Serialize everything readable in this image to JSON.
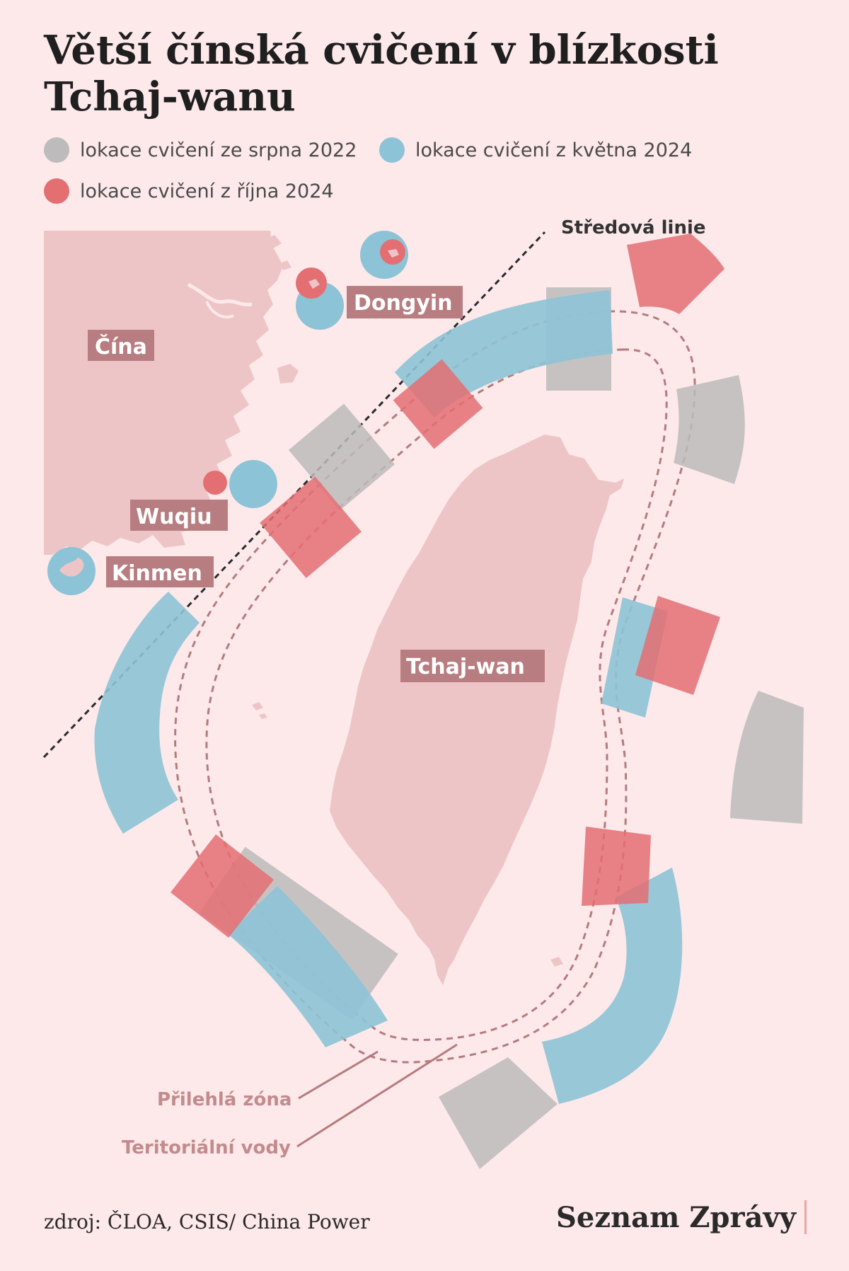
{
  "title": "Větší čínská cvičení v blízkosti Tchaj-wanu",
  "legend": [
    {
      "label": "lokace cvičení ze srpna 2022",
      "color": "#bdbbbb"
    },
    {
      "label": "lokace cvičení z května 2024",
      "color": "#8dc3d6"
    },
    {
      "label": "lokace cvičení z října 2024",
      "color": "#e46f73"
    }
  ],
  "labels": {
    "median_line": "Středová linie",
    "china": "Čína",
    "dongyin": "Dongyin",
    "wuqiu": "Wuqiu",
    "kinmen": "Kinmen",
    "taiwan": "Tchaj-wan",
    "contiguous_zone": "Přilehlá zóna",
    "territorial_waters": "Teritoriální vody"
  },
  "footer": {
    "source": "zdroj: ČLOA, CSIS/ China Power",
    "brand": "Seznam Zprávy"
  },
  "colors": {
    "background": "#fde9ea",
    "land": "#eec5c7",
    "label_box": "#b87d80",
    "zone_line": "#b57b7e"
  }
}
